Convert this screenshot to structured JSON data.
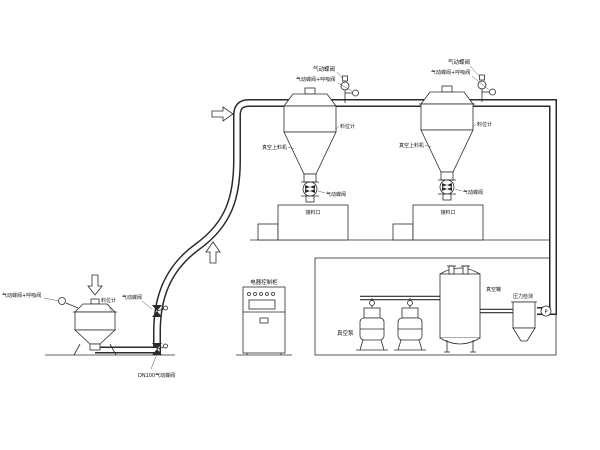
{
  "labels": {
    "pneumatic_valve": "气动蝶阀",
    "pneumatic_breather_valve": "气动蝶阀+呼吸阀",
    "level_gauge": "料位计",
    "vacuum_feeder": "真空上料机",
    "receiving_port": "接料口",
    "control_cabinet": "电器控制柜",
    "vacuum_pump": "真空泵",
    "vacuum_tank": "真空罐",
    "pressure_detection": "压力检测",
    "dn100_valve": "DN100气动蝶阀",
    "pressure_gauge": "P"
  },
  "colors": {
    "line": "#2b2b2b",
    "background": "#ffffff"
  }
}
